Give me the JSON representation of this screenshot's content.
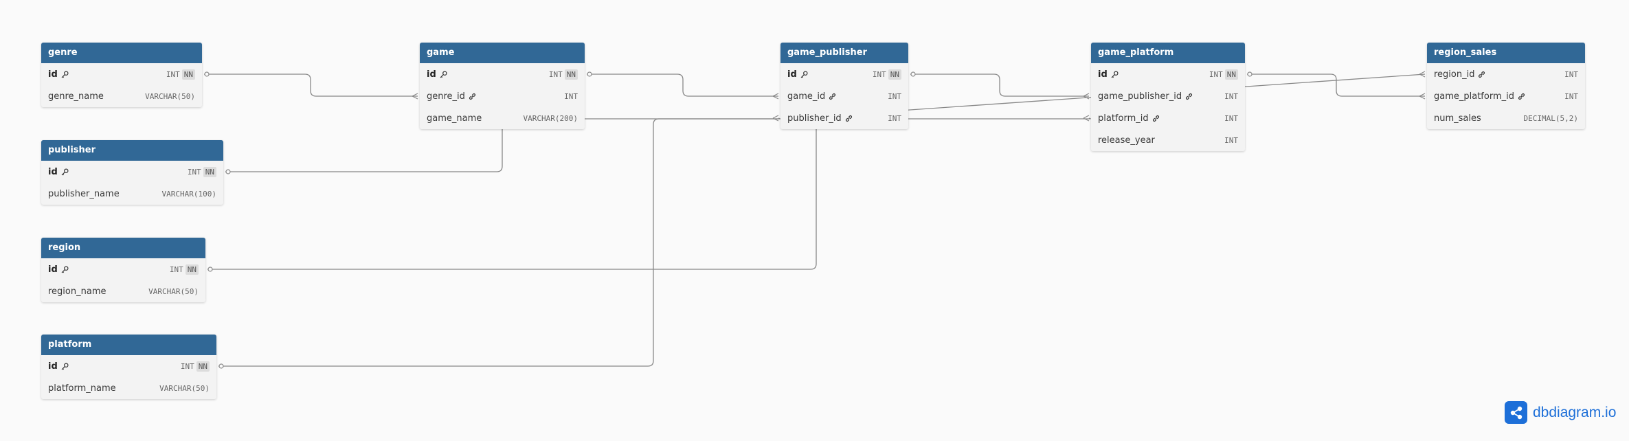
{
  "app": {
    "name": "dbdiagram.io"
  },
  "colors": {
    "header": "#316896",
    "header_text": "#ffffff",
    "body": "#f3f3f3",
    "link": "#888888",
    "brand": "#1d6fd8",
    "canvas": "#fafafa"
  },
  "tables": [
    {
      "key": "genre",
      "name": "genre",
      "columns": [
        {
          "name": "id",
          "type": "INT",
          "nn": "NN",
          "pk": true
        },
        {
          "name": "genre_name",
          "type": "VARCHAR(50)"
        }
      ]
    },
    {
      "key": "publisher",
      "name": "publisher",
      "columns": [
        {
          "name": "id",
          "type": "INT",
          "nn": "NN",
          "pk": true
        },
        {
          "name": "publisher_name",
          "type": "VARCHAR(100)"
        }
      ]
    },
    {
      "key": "region",
      "name": "region",
      "columns": [
        {
          "name": "id",
          "type": "INT",
          "nn": "NN",
          "pk": true
        },
        {
          "name": "region_name",
          "type": "VARCHAR(50)"
        }
      ]
    },
    {
      "key": "platform",
      "name": "platform",
      "columns": [
        {
          "name": "id",
          "type": "INT",
          "nn": "NN",
          "pk": true
        },
        {
          "name": "platform_name",
          "type": "VARCHAR(50)"
        }
      ]
    },
    {
      "key": "game",
      "name": "game",
      "columns": [
        {
          "name": "id",
          "type": "INT",
          "nn": "NN",
          "pk": true
        },
        {
          "name": "genre_id",
          "type": "INT",
          "fk": true
        },
        {
          "name": "game_name",
          "type": "VARCHAR(200)"
        }
      ]
    },
    {
      "key": "game_publisher",
      "name": "game_publisher",
      "columns": [
        {
          "name": "id",
          "type": "INT",
          "nn": "NN",
          "pk": true
        },
        {
          "name": "game_id",
          "type": "INT",
          "fk": true
        },
        {
          "name": "publisher_id",
          "type": "INT",
          "fk": true
        }
      ]
    },
    {
      "key": "game_platform",
      "name": "game_platform",
      "columns": [
        {
          "name": "id",
          "type": "INT",
          "nn": "NN",
          "pk": true
        },
        {
          "name": "game_publisher_id",
          "type": "INT",
          "fk": true
        },
        {
          "name": "platform_id",
          "type": "INT",
          "fk": true
        },
        {
          "name": "release_year",
          "type": "INT"
        }
      ]
    },
    {
      "key": "region_sales",
      "name": "region_sales",
      "columns": [
        {
          "name": "region_id",
          "type": "INT",
          "fk": true
        },
        {
          "name": "game_platform_id",
          "type": "INT",
          "fk": true
        },
        {
          "name": "num_sales",
          "type": "DECIMAL(5,2)"
        }
      ]
    }
  ],
  "relationships": [
    {
      "from": "genre.id",
      "to": "game.genre_id"
    },
    {
      "from": "game.id",
      "to": "game_publisher.game_id"
    },
    {
      "from": "publisher.id",
      "to": "game_publisher.publisher_id"
    },
    {
      "from": "game_publisher.id",
      "to": "game_platform.game_publisher_id"
    },
    {
      "from": "platform.id",
      "to": "game_platform.platform_id"
    },
    {
      "from": "region.id",
      "to": "region_sales.region_id"
    },
    {
      "from": "game_platform.id",
      "to": "region_sales.game_platform_id"
    }
  ]
}
